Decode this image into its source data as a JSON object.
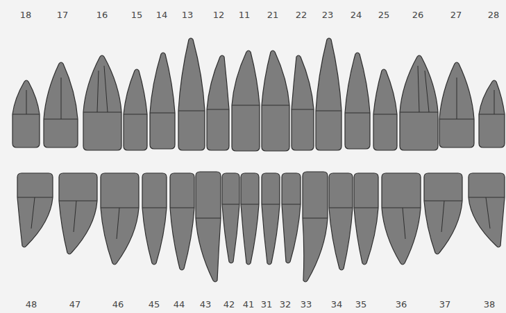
{
  "diagram": {
    "labels": [
      "18",
      "17",
      "16",
      "15",
      "14",
      "13",
      "12",
      "11",
      "21",
      "22",
      "23",
      "24",
      "25",
      "26",
      "27",
      "28",
      "48",
      "47",
      "46",
      "45",
      "44",
      "43",
      "42",
      "41",
      "31",
      "32",
      "33",
      "34",
      "35",
      "36",
      "37",
      "38"
    ]
  }
}
